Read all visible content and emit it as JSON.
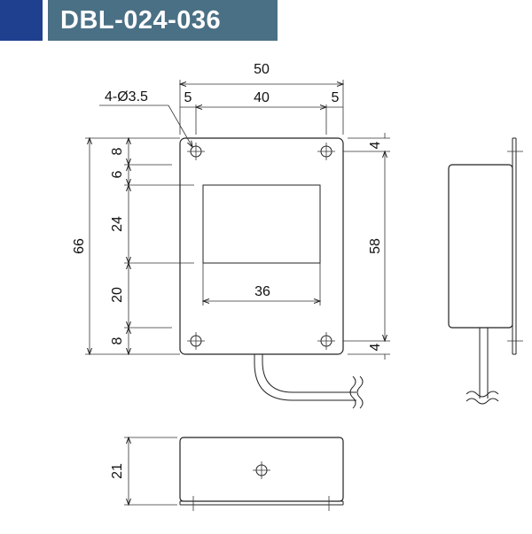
{
  "header": {
    "title": "DBL-024-036",
    "accent_color": "#1f3f8f",
    "bar_color": "#4a7085"
  },
  "dimensions": {
    "width_overall": "50",
    "width_inner": "40",
    "width_margin_left": "5",
    "width_margin_right": "5",
    "holes": "4-Ø3.5",
    "height_overall": "66",
    "height_mount": "58",
    "top_margin": "8",
    "window_offset": "6",
    "window_height": "24",
    "gap_below_window": "20",
    "bottom_margin": "8",
    "window_width": "36",
    "top_edge_right": "4",
    "bottom_edge_right": "4",
    "depth": "21"
  }
}
